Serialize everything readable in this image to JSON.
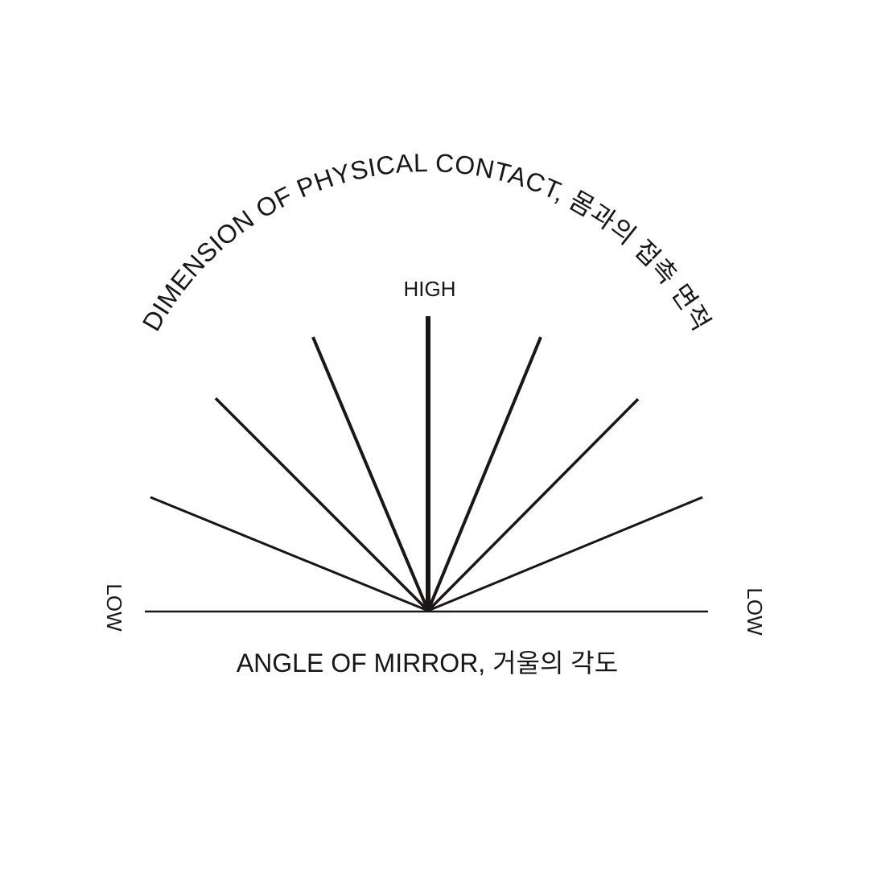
{
  "diagram": {
    "arc_title": "DIMENSION OF PHYSICAL CONTACT, 몸과의 접촉 면적",
    "top_label": "HIGH",
    "left_label": "LOW",
    "right_label": "LOW",
    "bottom_label": "ANGLE OF MIRROR, 거울의 각도"
  },
  "colors": {
    "ink": "#1a1616",
    "background": "#ffffff"
  }
}
